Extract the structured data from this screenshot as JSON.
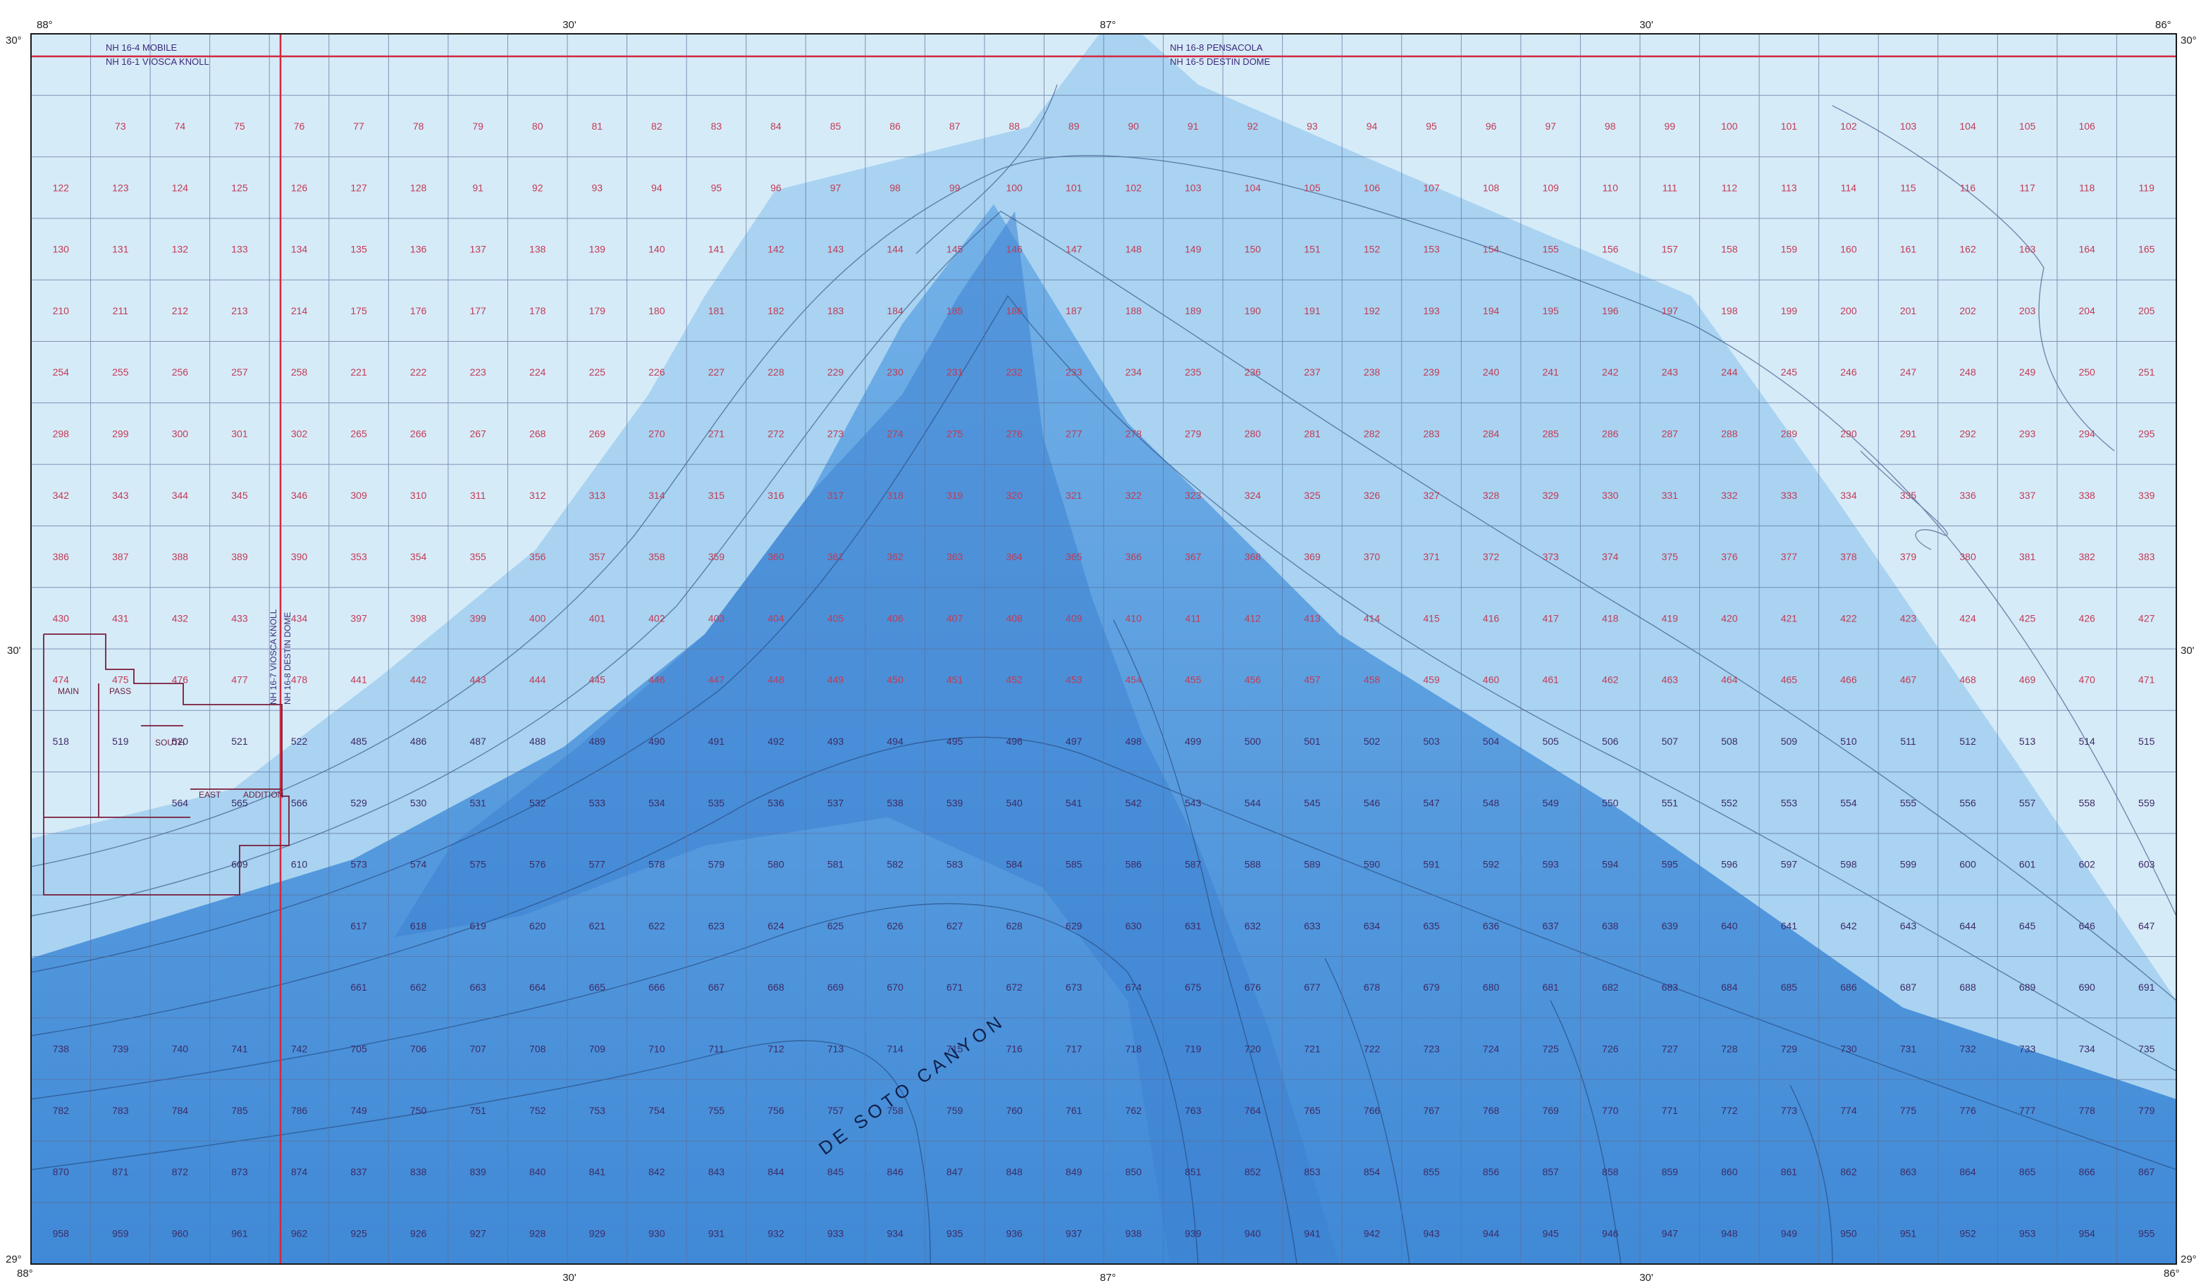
{
  "corners": {
    "top_left_lat": "30°",
    "top_left_lon": "88°",
    "top_right_lat": "30°",
    "top_right_lon": "86°",
    "bottom_left_lat": "29°",
    "bottom_left_lon": "88°",
    "bottom_right_lat": "29°",
    "bottom_right_lon": "86°"
  },
  "ticks": {
    "top": [
      "30'",
      "87°",
      "30'"
    ],
    "bottom": [
      "30'",
      "87°",
      "30'"
    ],
    "left": [
      "30'"
    ],
    "right": [
      "30'"
    ]
  },
  "headers": {
    "left_protraction": [
      "NH 16-4 MOBILE",
      "NH 16-1 VIOSCA KNOLL"
    ],
    "right_protraction": [
      "NH 16-8 PENSACOLA",
      "NH 16-5 DESTIN DOME"
    ],
    "west_divider_vertical": [
      "NH 16-7 VIOSCA KNOLL",
      "NH 16-8 DESTIN DOME"
    ]
  },
  "feature_label": "DE SOTO CANYON",
  "grid": {
    "columns": 36,
    "rows": 20,
    "row_block_numbers": [
      [
        null,
        null,
        null,
        null,
        null,
        null,
        null,
        null,
        null,
        null,
        null,
        null,
        null,
        null,
        null,
        null,
        null,
        null,
        null,
        null,
        null,
        null,
        null,
        null,
        null,
        null,
        null,
        null,
        null,
        null,
        null,
        null,
        null,
        null,
        null,
        null
      ],
      [
        null,
        73,
        74,
        75,
        76,
        77,
        78,
        79,
        80,
        81,
        82,
        83,
        84,
        85,
        86,
        87,
        88,
        89,
        90,
        91,
        92,
        93,
        94,
        95,
        96,
        97,
        98,
        99,
        100,
        101,
        102,
        103,
        104,
        105,
        106,
        null
      ],
      [
        122,
        123,
        124,
        125,
        126,
        127,
        128,
        91,
        92,
        93,
        94,
        95,
        96,
        97,
        98,
        99,
        100,
        101,
        102,
        103,
        104,
        105,
        106,
        107,
        108,
        109,
        110,
        111,
        112,
        113,
        114,
        115,
        116,
        117,
        118,
        119
      ],
      [
        130,
        131,
        132,
        133,
        134,
        135,
        136,
        137,
        138,
        139,
        140,
        141,
        142,
        143,
        144,
        145,
        146,
        147,
        148,
        149,
        150,
        151,
        152,
        153,
        154,
        155,
        156,
        157,
        158,
        159,
        160,
        161,
        162,
        163,
        164,
        165
      ],
      [
        210,
        211,
        212,
        213,
        214,
        175,
        176,
        177,
        178,
        179,
        180,
        181,
        182,
        183,
        184,
        185,
        186,
        187,
        188,
        189,
        190,
        191,
        192,
        193,
        194,
        195,
        196,
        197,
        198,
        199,
        200,
        201,
        202,
        203,
        204,
        205
      ],
      [
        254,
        255,
        256,
        257,
        258,
        221,
        222,
        223,
        224,
        225,
        226,
        227,
        228,
        229,
        230,
        231,
        232,
        233,
        234,
        235,
        236,
        237,
        238,
        239,
        240,
        241,
        242,
        243,
        244,
        245,
        246,
        247,
        248,
        249,
        250,
        251
      ],
      [
        298,
        299,
        300,
        301,
        302,
        265,
        266,
        267,
        268,
        269,
        270,
        271,
        272,
        273,
        274,
        275,
        276,
        277,
        278,
        279,
        280,
        281,
        282,
        283,
        284,
        285,
        286,
        287,
        288,
        289,
        290,
        291,
        292,
        293,
        294,
        295
      ],
      [
        342,
        343,
        344,
        345,
        346,
        309,
        310,
        311,
        312,
        313,
        314,
        315,
        316,
        317,
        318,
        319,
        320,
        321,
        322,
        323,
        324,
        325,
        326,
        327,
        328,
        329,
        330,
        331,
        332,
        333,
        334,
        335,
        336,
        337,
        338,
        339
      ],
      [
        386,
        387,
        388,
        389,
        390,
        353,
        354,
        355,
        356,
        357,
        358,
        359,
        360,
        361,
        362,
        363,
        364,
        365,
        366,
        367,
        368,
        369,
        370,
        371,
        372,
        373,
        374,
        375,
        376,
        377,
        378,
        379,
        380,
        381,
        382,
        383
      ],
      [
        430,
        431,
        432,
        433,
        434,
        397,
        398,
        399,
        400,
        401,
        402,
        403,
        404,
        405,
        406,
        407,
        408,
        409,
        410,
        411,
        412,
        413,
        414,
        415,
        416,
        417,
        418,
        419,
        420,
        421,
        422,
        423,
        424,
        425,
        426,
        427
      ],
      [
        474,
        475,
        476,
        477,
        478,
        441,
        442,
        443,
        444,
        445,
        446,
        447,
        448,
        449,
        450,
        451,
        452,
        453,
        454,
        455,
        456,
        457,
        458,
        459,
        460,
        461,
        462,
        463,
        464,
        465,
        466,
        467,
        468,
        469,
        470,
        471
      ],
      [
        518,
        519,
        520,
        521,
        522,
        485,
        486,
        487,
        488,
        489,
        490,
        491,
        492,
        493,
        494,
        495,
        496,
        497,
        498,
        499,
        500,
        501,
        502,
        503,
        504,
        505,
        506,
        507,
        508,
        509,
        510,
        511,
        512,
        513,
        514,
        515
      ],
      [
        null,
        null,
        564,
        565,
        566,
        529,
        530,
        531,
        532,
        533,
        534,
        535,
        536,
        537,
        538,
        539,
        540,
        541,
        542,
        543,
        544,
        545,
        546,
        547,
        548,
        549,
        550,
        551,
        552,
        553,
        554,
        555,
        556,
        557,
        558,
        559
      ],
      [
        null,
        null,
        null,
        609,
        610,
        573,
        574,
        575,
        576,
        577,
        578,
        579,
        580,
        581,
        582,
        583,
        584,
        585,
        586,
        587,
        588,
        589,
        590,
        591,
        592,
        593,
        594,
        595,
        596,
        597,
        598,
        599,
        600,
        601,
        602,
        603
      ],
      [
        null,
        null,
        null,
        null,
        null,
        617,
        618,
        619,
        620,
        621,
        622,
        623,
        624,
        625,
        626,
        627,
        628,
        629,
        630,
        631,
        632,
        633,
        634,
        635,
        636,
        637,
        638,
        639,
        640,
        641,
        642,
        643,
        644,
        645,
        646,
        647
      ],
      [
        null,
        null,
        null,
        null,
        null,
        661,
        662,
        663,
        664,
        665,
        666,
        667,
        668,
        669,
        670,
        671,
        672,
        673,
        674,
        675,
        676,
        677,
        678,
        679,
        680,
        681,
        682,
        683,
        684,
        685,
        686,
        687,
        688,
        689,
        690,
        691
      ],
      [
        738,
        739,
        740,
        741,
        742,
        705,
        706,
        707,
        708,
        709,
        710,
        711,
        712,
        713,
        714,
        715,
        716,
        717,
        718,
        719,
        720,
        721,
        722,
        723,
        724,
        725,
        726,
        727,
        728,
        729,
        730,
        731,
        732,
        733,
        734,
        735
      ],
      [
        782,
        783,
        784,
        785,
        786,
        749,
        750,
        751,
        752,
        753,
        754,
        755,
        756,
        757,
        758,
        759,
        760,
        761,
        762,
        763,
        764,
        765,
        766,
        767,
        768,
        769,
        770,
        771,
        772,
        773,
        774,
        775,
        776,
        777,
        778,
        779
      ],
      [
        870,
        871,
        872,
        873,
        874,
        837,
        838,
        839,
        840,
        841,
        842,
        843,
        844,
        845,
        846,
        847,
        848,
        849,
        850,
        851,
        852,
        853,
        854,
        855,
        856,
        857,
        858,
        859,
        860,
        861,
        862,
        863,
        864,
        865,
        866,
        867
      ],
      [
        958,
        959,
        960,
        961,
        962,
        925,
        926,
        927,
        928,
        929,
        930,
        931,
        932,
        933,
        934,
        935,
        936,
        937,
        938,
        939,
        940,
        941,
        942,
        943,
        944,
        945,
        946,
        947,
        948,
        949,
        950,
        951,
        952,
        953,
        954,
        955
      ]
    ]
  },
  "area_labels": [
    "MAIN",
    "PASS",
    "SOUTH",
    "EAST",
    "ADDITION"
  ],
  "colors": {
    "shallow": "#eef6fb",
    "shelf": "#c7e4f4",
    "mid": "#8fc2ea",
    "deep": "#5aa0e2",
    "deepest": "#3f86d8",
    "grid_line": "#5b6f9a",
    "block_number": "#c23a55",
    "boundary_red": "#d2293f",
    "contour": "#1e3c6e"
  }
}
